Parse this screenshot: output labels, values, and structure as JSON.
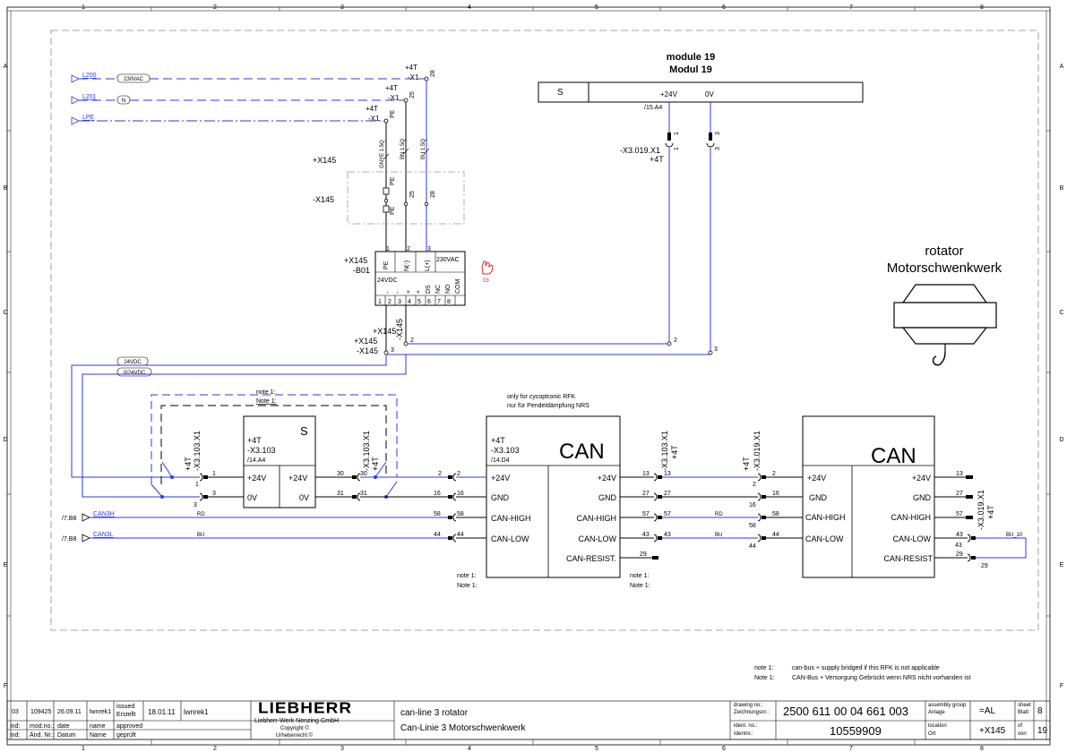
{
  "frame": {
    "columns": [
      "1",
      "2",
      "3",
      "4",
      "5",
      "6",
      "7",
      "8"
    ],
    "rows": [
      "A",
      "B",
      "C",
      "D",
      "E",
      "F"
    ]
  },
  "colors": {
    "wire": "#2b3bdc",
    "line": "#000000",
    "link": "#2b3bdc"
  },
  "supply": {
    "l200": "L200",
    "l200_tag": "230VAC",
    "l201": "L201",
    "l201_tag": "N",
    "lpe": "LPE"
  },
  "x1": {
    "t28_dev": "+4T",
    "t28_ref": "-X1",
    "t28": "28",
    "t25_dev": "+4T",
    "t25_ref": "-X1",
    "t25": "25",
    "pe_dev": "+4T",
    "pe_ref": "-X1",
    "pe": "PE"
  },
  "cables": {
    "gnye": "GNYE 1.5Q",
    "bn": "BN 1.5Q",
    "bu": "BU 1.5Q"
  },
  "plug": {
    "dev": "+X145",
    "ref": "-X145",
    "pe_a": "PE",
    "pe_b": "PE",
    "t25": "25",
    "t28": "28"
  },
  "psu": {
    "dev": "+X145",
    "ref": "-B01",
    "in_nums": [
      "1",
      "2",
      "3"
    ],
    "in_labels": [
      "PE",
      "N(-)",
      "L(+)"
    ],
    "in_tag": "230VAC",
    "out_tag": "24VDC",
    "out_labels": [
      "-",
      "-",
      "+",
      "+",
      "DS",
      "NC",
      "NO",
      "COM"
    ],
    "out_nums": [
      "1",
      "2",
      "3",
      "4",
      "5",
      "6",
      "7",
      "8"
    ],
    "mark": "03"
  },
  "x145_term": {
    "dev1": "+X145",
    "ref1": "-X145",
    "dev2": "+X145",
    "ref2": "-X145",
    "t2": "2",
    "t3": "3"
  },
  "dc_tags": {
    "a": "24VDC",
    "b": "0/24VDC"
  },
  "module19": {
    "title_en": "module 19",
    "title_de": "Modul 19",
    "s": "S",
    "p24": "+24V",
    "p0": "0V",
    "ref": "/15.A4"
  },
  "x3019_top": {
    "ref": "-X3.019.X1",
    "dev": "+4T",
    "p1": "1",
    "p1b": "1",
    "p3": "3",
    "p3b": "3",
    "e2": "2",
    "e3": "3"
  },
  "note1_bracket": {
    "en": "note 1:",
    "de": "Note 1:"
  },
  "module_s": {
    "dev": "+4T",
    "ref": "-X3.103",
    "xref": "/14.A4",
    "s": "S",
    "in_p24": "+24V",
    "in_0v": "0V",
    "out_p24": "+24V",
    "out_0v": "0V"
  },
  "x3103_left": {
    "dev": "+4T",
    "ref": "-X3.103.X1",
    "t1": "1",
    "t1b": "1",
    "t3": "3",
    "t3b": "3"
  },
  "x3103_mid": {
    "ref": "-X3.103.X1",
    "dev": "+4T",
    "a30": "30",
    "b30": "30",
    "a31": "31",
    "b31": "31"
  },
  "can_info": {
    "en": "only for cycoptronic  RFK",
    "de": "nur für Pendeldämpfung NRS"
  },
  "can1": {
    "dev": "+4T",
    "ref": "-X3.103",
    "xref": "/14.D4",
    "title": "CAN",
    "left": [
      "+24V",
      "GND",
      "CAN-HIGH",
      "CAN-LOW"
    ],
    "right": [
      "+24V",
      "GND",
      "CAN-HIGH",
      "CAN-LOW",
      "CAN-RESIST."
    ],
    "pin_l": [
      "2",
      "2",
      "16",
      "16",
      "58",
      "58",
      "44",
      "44"
    ]
  },
  "can_in": {
    "can3h": "CAN3H",
    "can3l": "CAN3L",
    "ref_h": "/7.B8",
    "ref_l": "/7.B8",
    "rd": "RD",
    "bu": "BU"
  },
  "x3103_right": {
    "ref": "-X3.103.X1",
    "dev": "+4T",
    "p13": "13",
    "p13b": "13",
    "p27": "27",
    "p27b": "27",
    "p57": "57",
    "p57b": "57",
    "p43": "43",
    "p43b": "43",
    "p29": "29",
    "rd": "RD",
    "bu": "BU"
  },
  "x3019_mid": {
    "dev": "+4T",
    "ref": "-X3.019.X1",
    "p2": "2",
    "p2b": "2",
    "p16": "16",
    "p16b": "16",
    "p58": "58",
    "p58b": "58",
    "p44": "44",
    "p44b": "44"
  },
  "can2": {
    "title": "CAN",
    "left": [
      "+24V",
      "GND",
      "CAN-HIGH",
      "CAN-LOW"
    ],
    "right": [
      "+24V",
      "GND",
      "CAN-HIGH",
      "CAN-LOW",
      "CAN-RESIST"
    ]
  },
  "x3019_right": {
    "ref": "-X3.019.X1",
    "dev": "+4T",
    "p13": "13",
    "p27": "27",
    "p57": "57",
    "p43": "43",
    "p43b": "43",
    "p29": "29",
    "p29b": "29",
    "bu10": "BU_10"
  },
  "note1_under_a": {
    "en": "note 1:",
    "de": "Note 1:"
  },
  "note1_under_b": {
    "en": "note 1:",
    "de": "Note 1:"
  },
  "rotator": {
    "en": "rotator",
    "de": "Motorschwenkwerk"
  },
  "notes": {
    "l1": "note 1:",
    "t1": "can-bus + supply bridged if this RFK is not applicable",
    "l2": "Note 1:",
    "t2": "CAN-Bus + Versorgung Gebrückt wenn NRS nicht vorhanden ist"
  },
  "title_block": {
    "rev_idx": "03",
    "rev_no": "109425",
    "rev_date": "26.09.11",
    "rev_name": "lwnrek1",
    "issued_en": "issued",
    "issued_de": "Erstellt",
    "issued_date": "18.01.11",
    "issued_name": "lwnrek1",
    "ind_en": "ind:",
    "ind_de": "ind:",
    "modno_en": "mod.no.:",
    "modno_de": "Änd. Nr.:",
    "date_en": "date",
    "date_de": "Datum",
    "name_en": "name",
    "name_de": "Name",
    "approved_en": "approved",
    "approved_de": "geprüft",
    "brand": "LIEBHERR",
    "company": "Liebherr-Werk Nenzing GmbH",
    "copyright_en": "Copyright ©",
    "copyright_de": "Urheberrecht ©",
    "title_en": "can-line 3 rotator",
    "title_de": "Can-Linie 3 Motorschwenkwerk",
    "drawing_lbl_en": "drawing no.:",
    "drawing_lbl_de": "Zeichnungsnr.:",
    "drawing_no": "2500 611 00 04 661 003",
    "ident_lbl_en": "ident. no.:",
    "ident_lbl_de": "Identnr.:",
    "ident_no": "10559909",
    "assembly_en": "assembly group",
    "assembly_de": "Anlage",
    "assembly": "=AL",
    "location_en": "location",
    "location_de": "Ort",
    "location": "+X145",
    "sheet_en": "sheet",
    "sheet_de": "Blatt",
    "sheet": "8",
    "of_en": "of",
    "of_de": "von",
    "of": "19"
  }
}
